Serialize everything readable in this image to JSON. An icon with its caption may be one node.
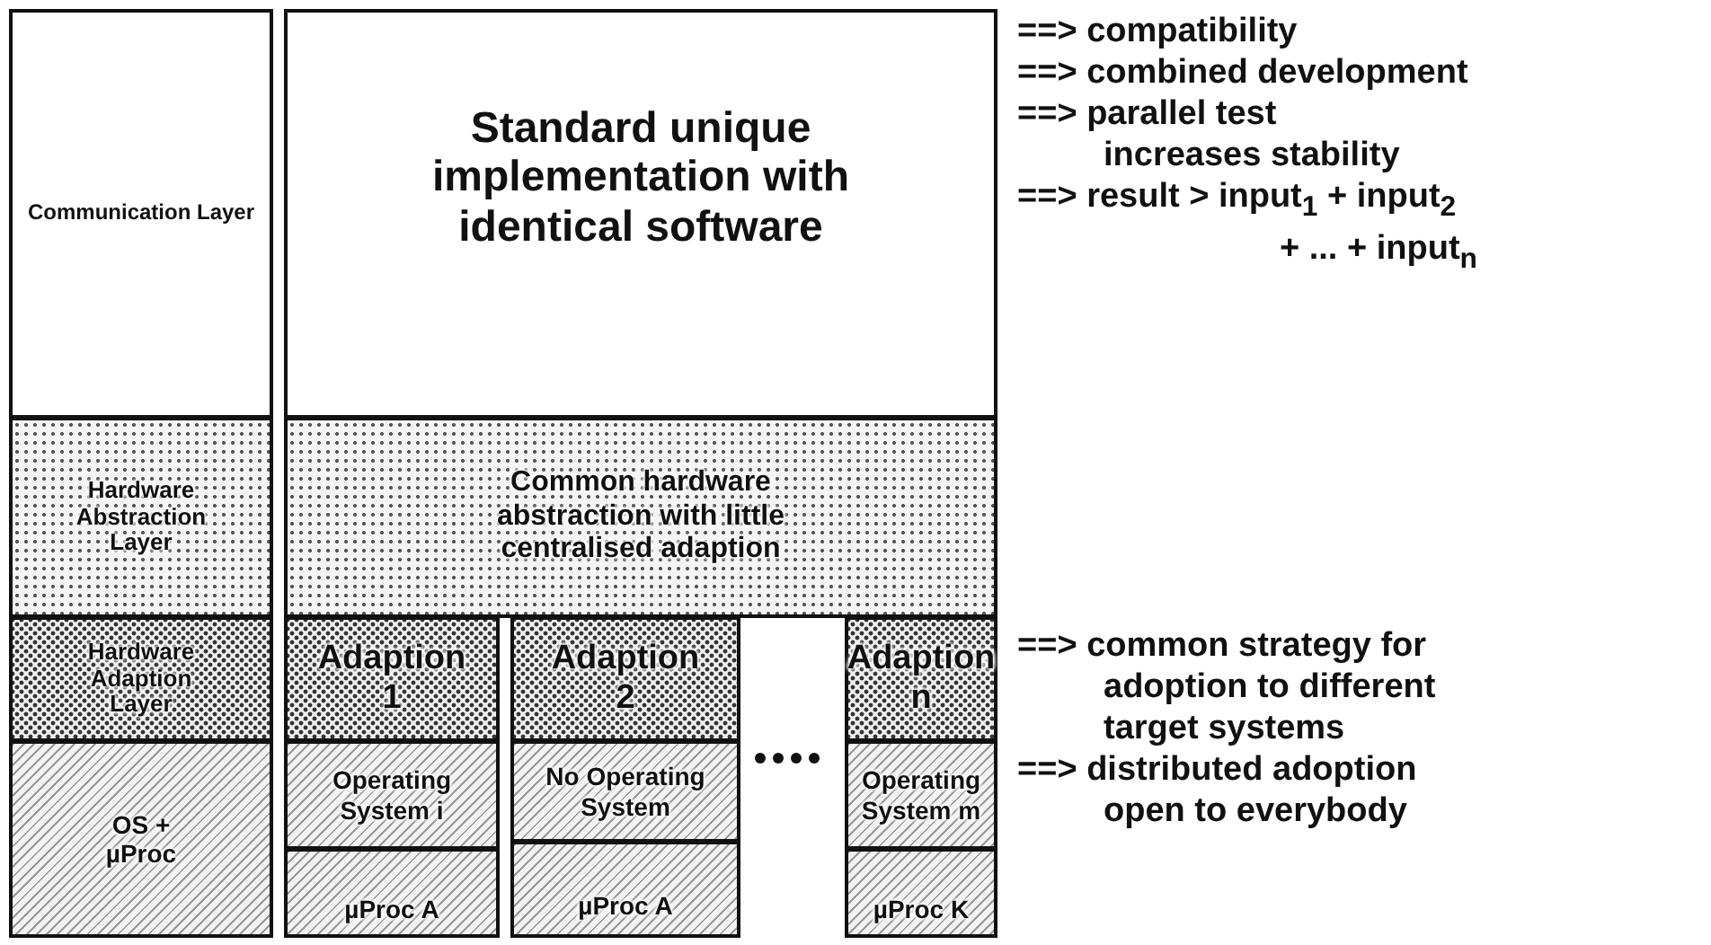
{
  "diagram": {
    "nodes": [
      {
        "text": [
          "Communication Layer"
        ]
      },
      {
        "text": [
          "Hardware Abstraction Layer"
        ]
      },
      {
        "text": [
          "Hardware Adaption Layer"
        ]
      },
      {
        "text": [
          "OS + µProc"
        ]
      },
      {
        "text": [
          "Standard unique implementation with identical software"
        ]
      },
      {
        "text": [
          "Common hardware abstraction with little centralised adaption"
        ]
      },
      {
        "text": [
          "Adaption 1"
        ]
      },
      {
        "text": [
          "Operating System i"
        ]
      },
      {
        "text": [
          "µProc A"
        ]
      },
      {
        "text": [
          "Adaption 2"
        ]
      },
      {
        "text": [
          "No Operating System"
        ]
      },
      {
        "text": [
          "µProc A"
        ]
      },
      {
        "text": [
          "Adaption n"
        ]
      },
      {
        "text": [
          "Operating System m"
        ]
      },
      {
        "text": [
          "µProc K"
        ]
      }
    ],
    "labels": [
      "==> compatibility",
      "==> combined development",
      "==> parallel test increases stability",
      "==> result > input$_{1}$ + input$_{2}$ + ... + input$_{n}$",
      "==> common strategy for adoption to different target systems",
      "==> distributed adoption open to everybody"
    ]
  }
}
